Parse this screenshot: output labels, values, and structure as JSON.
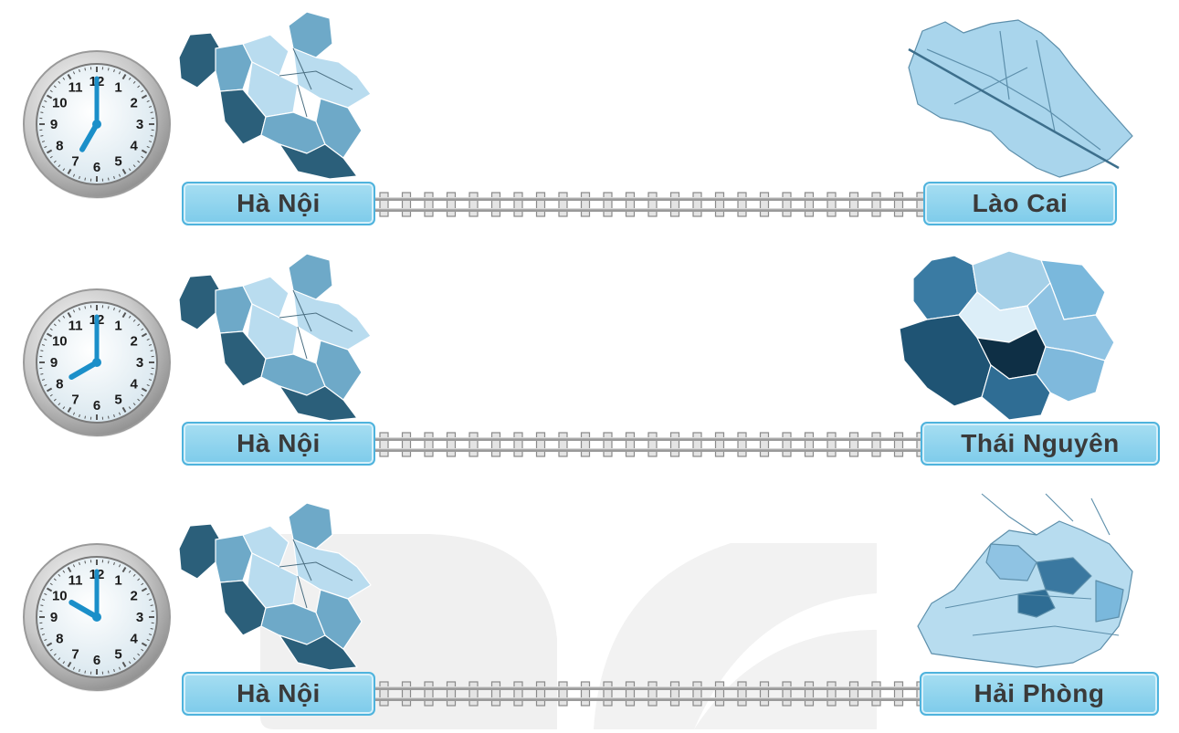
{
  "routes": [
    {
      "origin": "Hà Nội",
      "destination": "Lào Cai",
      "clock": {
        "hour": 7,
        "minute": 0
      }
    },
    {
      "origin": "Hà Nội",
      "destination": "Thái Nguyên",
      "clock": {
        "hour": 8,
        "minute": 0
      }
    },
    {
      "origin": "Hà Nội",
      "destination": "Hải Phòng",
      "clock": {
        "hour": 10,
        "minute": 0
      }
    }
  ],
  "clock_numerals": [
    "12",
    "1",
    "2",
    "3",
    "4",
    "5",
    "6",
    "7",
    "8",
    "9",
    "10",
    "11"
  ],
  "colors": {
    "label_fill": "#8fd3ee",
    "label_border": "#4fb3dd",
    "label_text": "#3a3a3a",
    "map_dark": "#2b5f7a",
    "map_mid": "#6ea9c8",
    "map_light": "#b9dcef",
    "clock_hand": "#1b8fc9",
    "track_rail": "#8a8a8a"
  }
}
